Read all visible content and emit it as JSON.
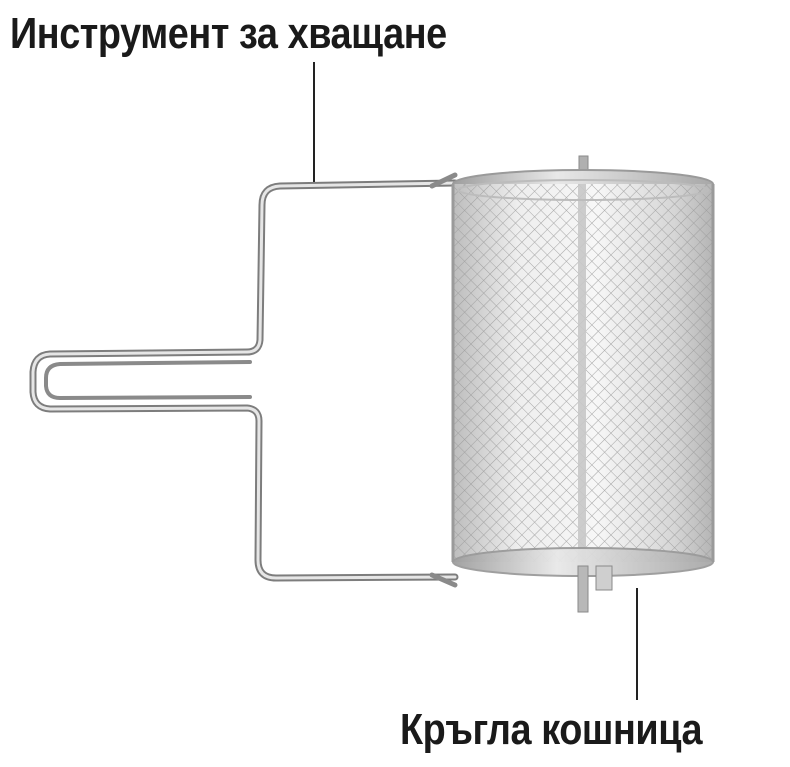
{
  "labels": {
    "top": "Инструмент за хващане",
    "bottom": "Кръгла кошница"
  },
  "illustration": {
    "subject": "rotisserie mesh basket with wire handle tool",
    "colors": {
      "background": "#ffffff",
      "metal": "#c9c9c9",
      "metal_dark": "#8a8a8a",
      "leader_line": "#222222"
    }
  }
}
